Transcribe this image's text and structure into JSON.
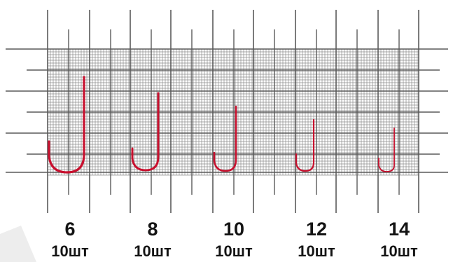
{
  "hooks": [
    {
      "size": "6",
      "quantity": "10шт"
    },
    {
      "size": "8",
      "quantity": "10шт"
    },
    {
      "size": "10",
      "quantity": "10шт"
    },
    {
      "size": "12",
      "quantity": "10шт"
    },
    {
      "size": "14",
      "quantity": "10шт"
    }
  ],
  "colors": {
    "hook": "#c8102e",
    "grid_line": "#5a5a5a",
    "text": "#141414",
    "background": "#ffffff"
  }
}
